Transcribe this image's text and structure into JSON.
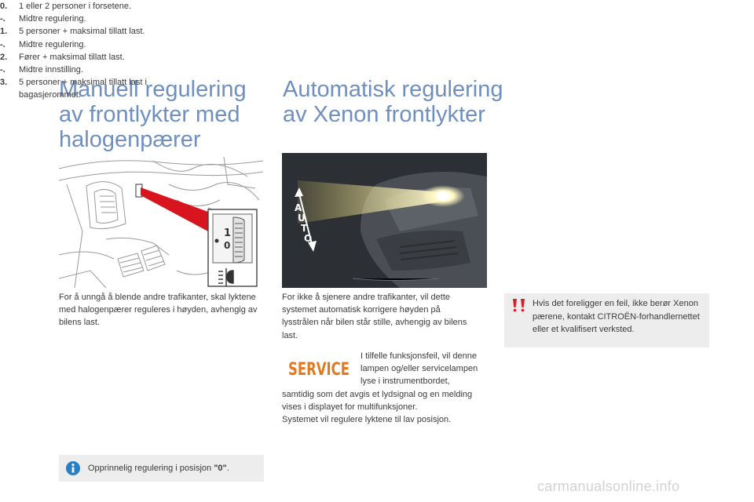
{
  "left": {
    "title_lines": [
      "Manuell regulering",
      "av frontlykter med",
      "halogenpærer"
    ],
    "intro": "For å unngå å blende andre trafikanter, skal lyktene med halogenpærer reguleres i høyden, avhengig av bilens last.",
    "list": [
      {
        "marker": "0.",
        "text": "1 eller 2 personer i forsetene."
      },
      {
        "marker": "-.",
        "text": "Midtre regulering."
      },
      {
        "marker": "1.",
        "text": "5 personer + maksimal tillatt last."
      },
      {
        "marker": "-.",
        "text": "Midtre regulering."
      },
      {
        "marker": "2.",
        "text": "Fører + maksimal tillatt last."
      },
      {
        "marker": "-.",
        "text": "Midtre innstilling."
      },
      {
        "marker": "3.",
        "text": "5 personer + maksimal tillatt last i bagasjerommet."
      }
    ],
    "dial_labels": [
      "1",
      "0"
    ],
    "note": {
      "text": "Opprinnelig regulering i posisjon ",
      "bold": "\"0\"",
      "end": "."
    }
  },
  "right": {
    "title_lines": [
      "Automatisk regulering",
      "av Xenon frontlykter"
    ],
    "intro": "For ikke å sjenere andre trafikanter, vil dette systemet automatisk korrigere høyden på lysstrålen når bilen står stille, avhengig av bilens last.",
    "auto_letters": [
      "A",
      "U",
      "T",
      "O"
    ],
    "service_logo_text": "SERVICE",
    "para1": "I tilfelle funksjonsfeil, vil denne lampen og/eller servicelampen lyse i instrumentbordet, samtidig som det avgis et lydsignal og en melding vises i displayet for multifunksjoner.",
    "para2": "Systemet vil regulere lyktene til lav posisjon."
  },
  "warning_note": {
    "text": "Hvis det foreligger en feil, ikke berør Xenon pærene, kontakt CITROËN-forhandlernettet eller et kvalifisert verksted."
  },
  "watermark": "carmanualsonline.info",
  "colors": {
    "title": "#6e8fbf",
    "note_bg": "#ededed",
    "service_orange": "#e07a22",
    "beam_red": "#d8141e",
    "info_blue": "#2a7fc4",
    "warn_red": "#d81e2a"
  }
}
